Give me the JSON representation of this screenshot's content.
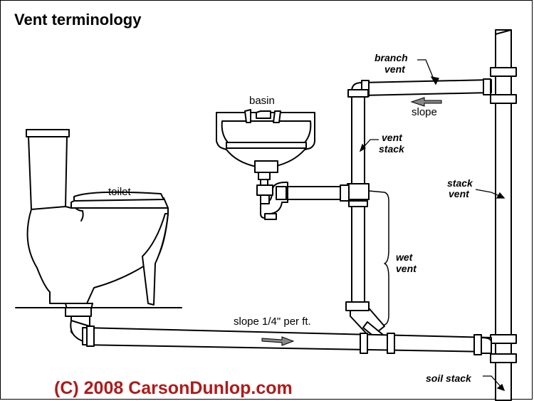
{
  "title": "Vent terminology",
  "labels": {
    "branch_vent_1": "branch",
    "branch_vent_2": "vent",
    "slope_top": "slope",
    "basin": "basin",
    "vent_stack_1": "vent",
    "vent_stack_2": "stack",
    "stack_vent_1": "stack",
    "stack_vent_2": "vent",
    "toilet": "toilet",
    "wet_vent_1": "wet",
    "wet_vent_2": "vent",
    "slope_bottom": "slope 1/4\" per ft.",
    "soil_stack": "soil stack"
  },
  "copyright": "(C) 2008 CarsonDunlop.com",
  "colors": {
    "ink": "#000000",
    "fill": "#ffffff",
    "arrow": "#888888",
    "copyright": "#b01a1a"
  }
}
